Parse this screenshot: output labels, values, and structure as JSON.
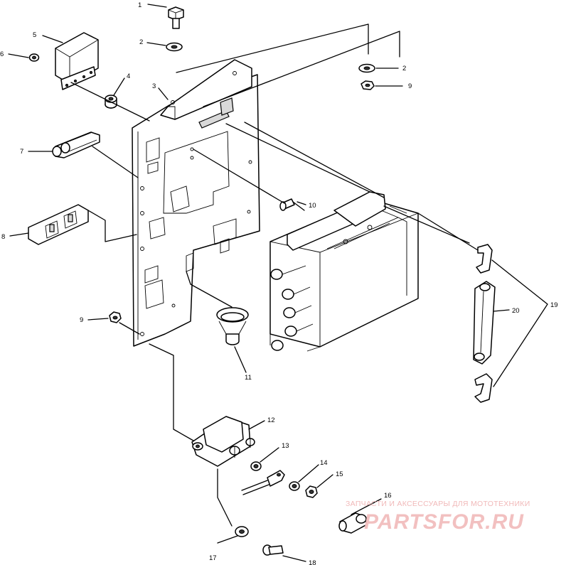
{
  "callouts": [
    {
      "id": "c1",
      "text": "1"
    },
    {
      "id": "c2a",
      "text": "2"
    },
    {
      "id": "c2b",
      "text": "2"
    },
    {
      "id": "c3",
      "text": "3"
    },
    {
      "id": "c4",
      "text": "4"
    },
    {
      "id": "c5",
      "text": "5"
    },
    {
      "id": "c6",
      "text": "6"
    },
    {
      "id": "c7",
      "text": "7"
    },
    {
      "id": "c8",
      "text": "8"
    },
    {
      "id": "c9a",
      "text": "9"
    },
    {
      "id": "c9b",
      "text": "9"
    },
    {
      "id": "c10",
      "text": "10"
    },
    {
      "id": "c11",
      "text": "11"
    },
    {
      "id": "c12",
      "text": "12"
    },
    {
      "id": "c13",
      "text": "13"
    },
    {
      "id": "c14",
      "text": "14"
    },
    {
      "id": "c15",
      "text": "15"
    },
    {
      "id": "c16",
      "text": "16"
    },
    {
      "id": "c17",
      "text": "17"
    },
    {
      "id": "c18",
      "text": "18"
    },
    {
      "id": "c19",
      "text": "19"
    },
    {
      "id": "c20",
      "text": "20"
    }
  ],
  "watermark": {
    "caption": "ЗАПЧАСТИ И АКСЕССУАРЫ ДЛЯ МОТОТЕХНИКИ",
    "brand": "PARTSFOR.RU"
  }
}
